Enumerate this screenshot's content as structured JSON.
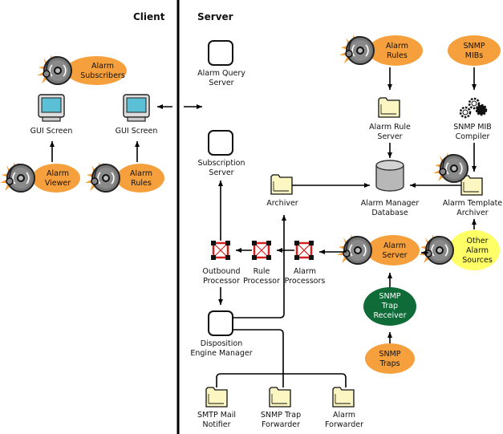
{
  "headers": {
    "client": "Client",
    "server": "Server"
  },
  "colors": {
    "orange": "#f5a03c",
    "yellow": "#ffff66",
    "green": "#0f6b37",
    "folder": "#fbf6c2",
    "screen": "#5bbfd6",
    "processor_red": "#d62020",
    "database_gray": "#b8b8b8"
  },
  "client": {
    "alarm_subscribers": [
      "Alarm",
      "Subscribers"
    ],
    "gui_screen_1": "GUI Screen",
    "gui_screen_2": "GUI Screen",
    "alarm_viewer": [
      "Alarm",
      "Viewer"
    ],
    "alarm_rules": [
      "Alarm",
      "Rules"
    ]
  },
  "server": {
    "alarm_query_server": [
      "Alarm Query",
      "Server"
    ],
    "subscription_server": [
      "Subscription",
      "Server"
    ],
    "archiver": "Archiver",
    "alarm_rules": [
      "Alarm",
      "Rules"
    ],
    "snmp_mibs": [
      "SNMP",
      "MIBs"
    ],
    "alarm_rule_server": [
      "Alarm Rule",
      "Server"
    ],
    "snmp_mib_compiler": [
      "SNMP MIB",
      "Compiler"
    ],
    "alarm_manager_database": [
      "Alarm Manager",
      "Database"
    ],
    "alarm_template_archiver": [
      "Alarm Template",
      "Archiver"
    ],
    "outbound_processor": [
      "Outbound",
      "Processor"
    ],
    "rule_processor": [
      "Rule",
      "Processor"
    ],
    "alarm_processors": [
      "Alarm",
      "Processors"
    ],
    "alarm_server": [
      "Alarm",
      "Server"
    ],
    "other_alarm_sources": [
      "Other",
      "Alarm",
      "Sources"
    ],
    "snmp_trap_receiver": [
      "SNMP",
      "Trap",
      "Receiver"
    ],
    "snmp_traps": [
      "SNMP",
      "Traps"
    ],
    "disposition_engine_manager": [
      "Disposition",
      "Engine Manager"
    ],
    "smtp_mail_notifier": [
      "SMTP Mail",
      "Notifier"
    ],
    "snmp_trap_forwarder": [
      "SNMP Trap",
      "Forwarder"
    ],
    "alarm_forwarder": [
      "Alarm",
      "Forwarder"
    ]
  }
}
